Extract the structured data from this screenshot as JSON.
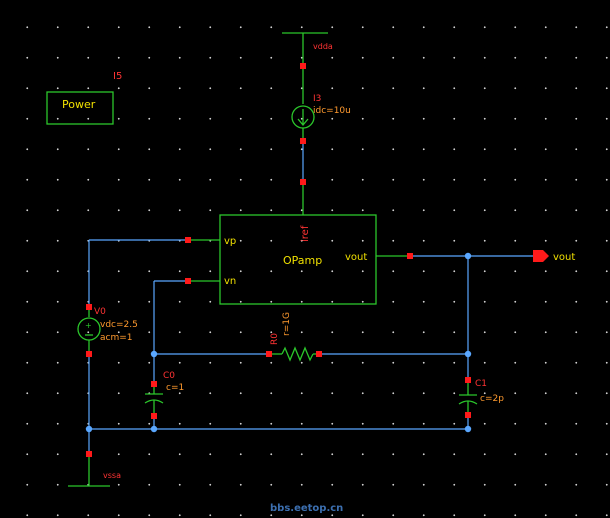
{
  "colors": {
    "background": "#000000",
    "wire": "#5aa7ff",
    "symbol": "#2bc62b",
    "pin": "#ff1a1a",
    "instance_label": "#ff3333",
    "parameter_label": "#ff9a2e",
    "pin_label": "#f0e000",
    "watermark": "#3c6fb0"
  },
  "power_box": {
    "label": "Power",
    "instance": "I5"
  },
  "top_rail": {
    "net": "vdda"
  },
  "bottom_rail": {
    "net": "vssa"
  },
  "current_source": {
    "instance": "I3",
    "param": "idc=10u"
  },
  "voltage_source": {
    "instance": "V0",
    "params": [
      "vdc=2.5",
      "acm=1"
    ]
  },
  "opamp": {
    "name": "OPamp",
    "pins": {
      "vp": "vp",
      "vn": "vn",
      "vout": "vout",
      "iref": "iref"
    }
  },
  "output_port": {
    "label": "vout"
  },
  "resistor": {
    "instance": "R0",
    "param": "r=1G"
  },
  "cap_c0": {
    "instance": "C0",
    "param": "c=1"
  },
  "cap_c1": {
    "instance": "C1",
    "param": "c=2p"
  },
  "watermark": "bbs.eetop.cn"
}
